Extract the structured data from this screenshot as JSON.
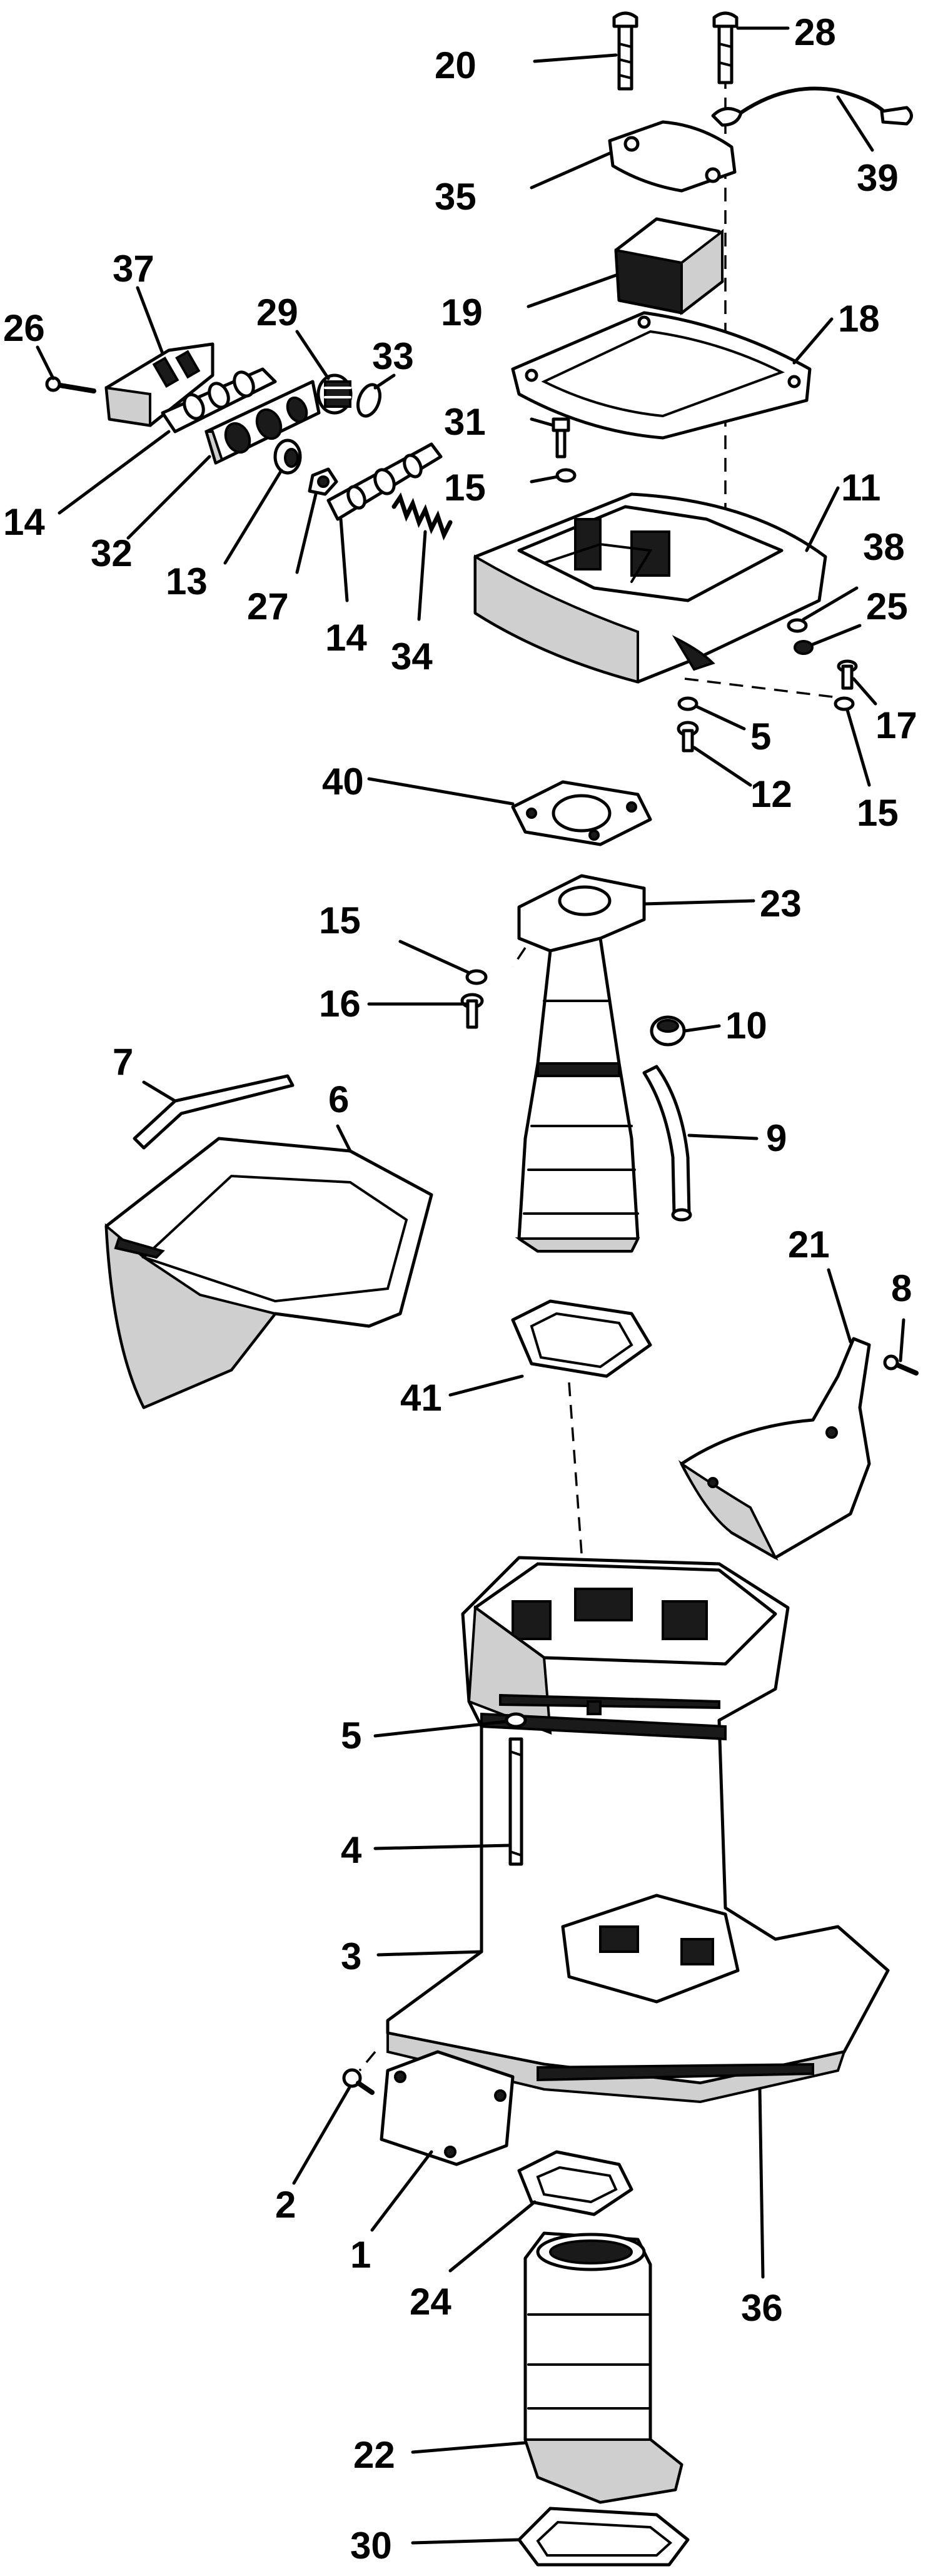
{
  "diagram": {
    "callouts": [
      {
        "n": "1"
      },
      {
        "n": "2"
      },
      {
        "n": "3"
      },
      {
        "n": "4"
      },
      {
        "n": "5"
      },
      {
        "n": "5"
      },
      {
        "n": "6"
      },
      {
        "n": "7"
      },
      {
        "n": "8"
      },
      {
        "n": "9"
      },
      {
        "n": "10"
      },
      {
        "n": "11"
      },
      {
        "n": "12"
      },
      {
        "n": "13"
      },
      {
        "n": "14"
      },
      {
        "n": "14"
      },
      {
        "n": "15"
      },
      {
        "n": "15"
      },
      {
        "n": "15"
      },
      {
        "n": "16"
      },
      {
        "n": "17"
      },
      {
        "n": "18"
      },
      {
        "n": "19"
      },
      {
        "n": "20"
      },
      {
        "n": "21"
      },
      {
        "n": "22"
      },
      {
        "n": "23"
      },
      {
        "n": "24"
      },
      {
        "n": "25"
      },
      {
        "n": "26"
      },
      {
        "n": "27"
      },
      {
        "n": "28"
      },
      {
        "n": "29"
      },
      {
        "n": "30"
      },
      {
        "n": "31"
      },
      {
        "n": "32"
      },
      {
        "n": "33"
      },
      {
        "n": "34"
      },
      {
        "n": "35"
      },
      {
        "n": "36"
      },
      {
        "n": "37"
      },
      {
        "n": "38"
      },
      {
        "n": "39"
      },
      {
        "n": "40"
      },
      {
        "n": "41"
      }
    ]
  }
}
